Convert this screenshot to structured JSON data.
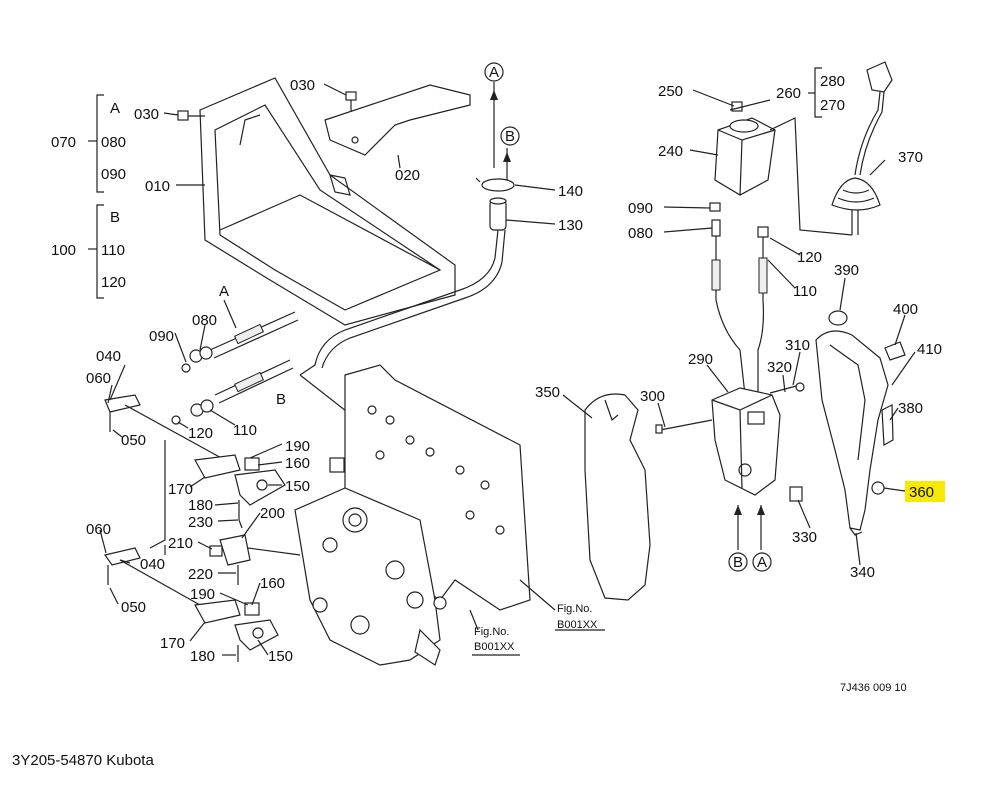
{
  "diagram": {
    "drawing_code": "7J436 009 10",
    "figure_refs": [
      {
        "line1": "Fig.No.",
        "line2": "B001XX"
      },
      {
        "line1": "Fig.No.",
        "line2": "B001XX"
      }
    ],
    "bracket_groups": [
      {
        "group": "070",
        "items": [
          "A",
          "080",
          "090"
        ]
      },
      {
        "group": "100",
        "items": [
          "B",
          "110",
          "120"
        ]
      },
      {
        "group": "260",
        "items": [
          "280",
          "270"
        ]
      }
    ],
    "callouts": {
      "c030a": "030",
      "c030b": "030",
      "c020": "020",
      "c010": "010",
      "c140": "140",
      "c130": "130",
      "cA1": "A",
      "cB1": "B",
      "c080a": "080",
      "c090a": "090",
      "cA2": "A",
      "cB2": "B",
      "c040a": "040",
      "c060a": "060",
      "c050a": "050",
      "c120a": "120",
      "c110a": "110",
      "c190a": "190",
      "c160a": "160",
      "c150a": "150",
      "c170a": "170",
      "c180a": "180",
      "c230": "230",
      "c200": "200",
      "c210": "210",
      "c220": "220",
      "c060b": "060",
      "c040b": "040",
      "c050b": "050",
      "c190b": "190",
      "c160b": "160",
      "c170b": "170",
      "c180b": "180",
      "c150b": "150",
      "c250": "250",
      "c240": "240",
      "c090b": "090",
      "c080b": "080",
      "c120b": "120",
      "c110b": "110",
      "c370": "370",
      "c390": "390",
      "c400": "400",
      "c410": "410",
      "c380": "380",
      "c360": "360",
      "c340": "340",
      "c350": "350",
      "c300": "300",
      "c290": "290",
      "c310": "310",
      "c320": "320",
      "c330": "330",
      "cB3": "B",
      "cA3": "A"
    },
    "highlighted_callout": "360",
    "highlight_color": "#f7ea00"
  },
  "caption": "3Y205-54870 Kubota"
}
